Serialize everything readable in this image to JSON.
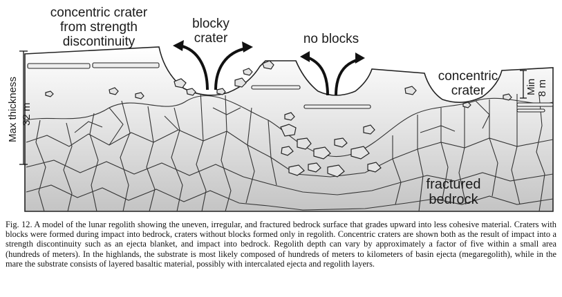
{
  "labels": {
    "concentric_strength": [
      "concentric crater",
      "from strength",
      "discontinuity"
    ],
    "blocky": [
      "blocky",
      "crater"
    ],
    "no_blocks": "no blocks",
    "concentric": [
      "concentric",
      "crater"
    ],
    "fractured_bedrock": [
      "fractured",
      "bedrock"
    ],
    "max_thickness": "Max thickness",
    "max_value": "32 m",
    "min": "Min",
    "min_value": "8 m"
  },
  "caption": "Fig. 12. A model of the lunar regolith showing the uneven, irregular, and fractured bedrock surface that grades upward into less cohesive material. Craters with blocks were formed during impact into bedrock, craters without blocks formed only in regolith. Concentric craters are shown both as the result of impact into a strength discontinuity such as an ejecta blanket, and impact into bedrock. Regolith depth can vary by approximately a factor of five within a small area (hundreds of meters). In the highlands, the substrate is most likely composed of hundreds of meters to kilometers of basin ejecta (megaregolith), while in the mare the substrate consists of layered basaltic material, possibly with intercalated ejecta and regolith layers.",
  "colors": {
    "regolith_top": "#ffffff",
    "bedrock": "#c7c7c7",
    "ink": "#222222"
  }
}
